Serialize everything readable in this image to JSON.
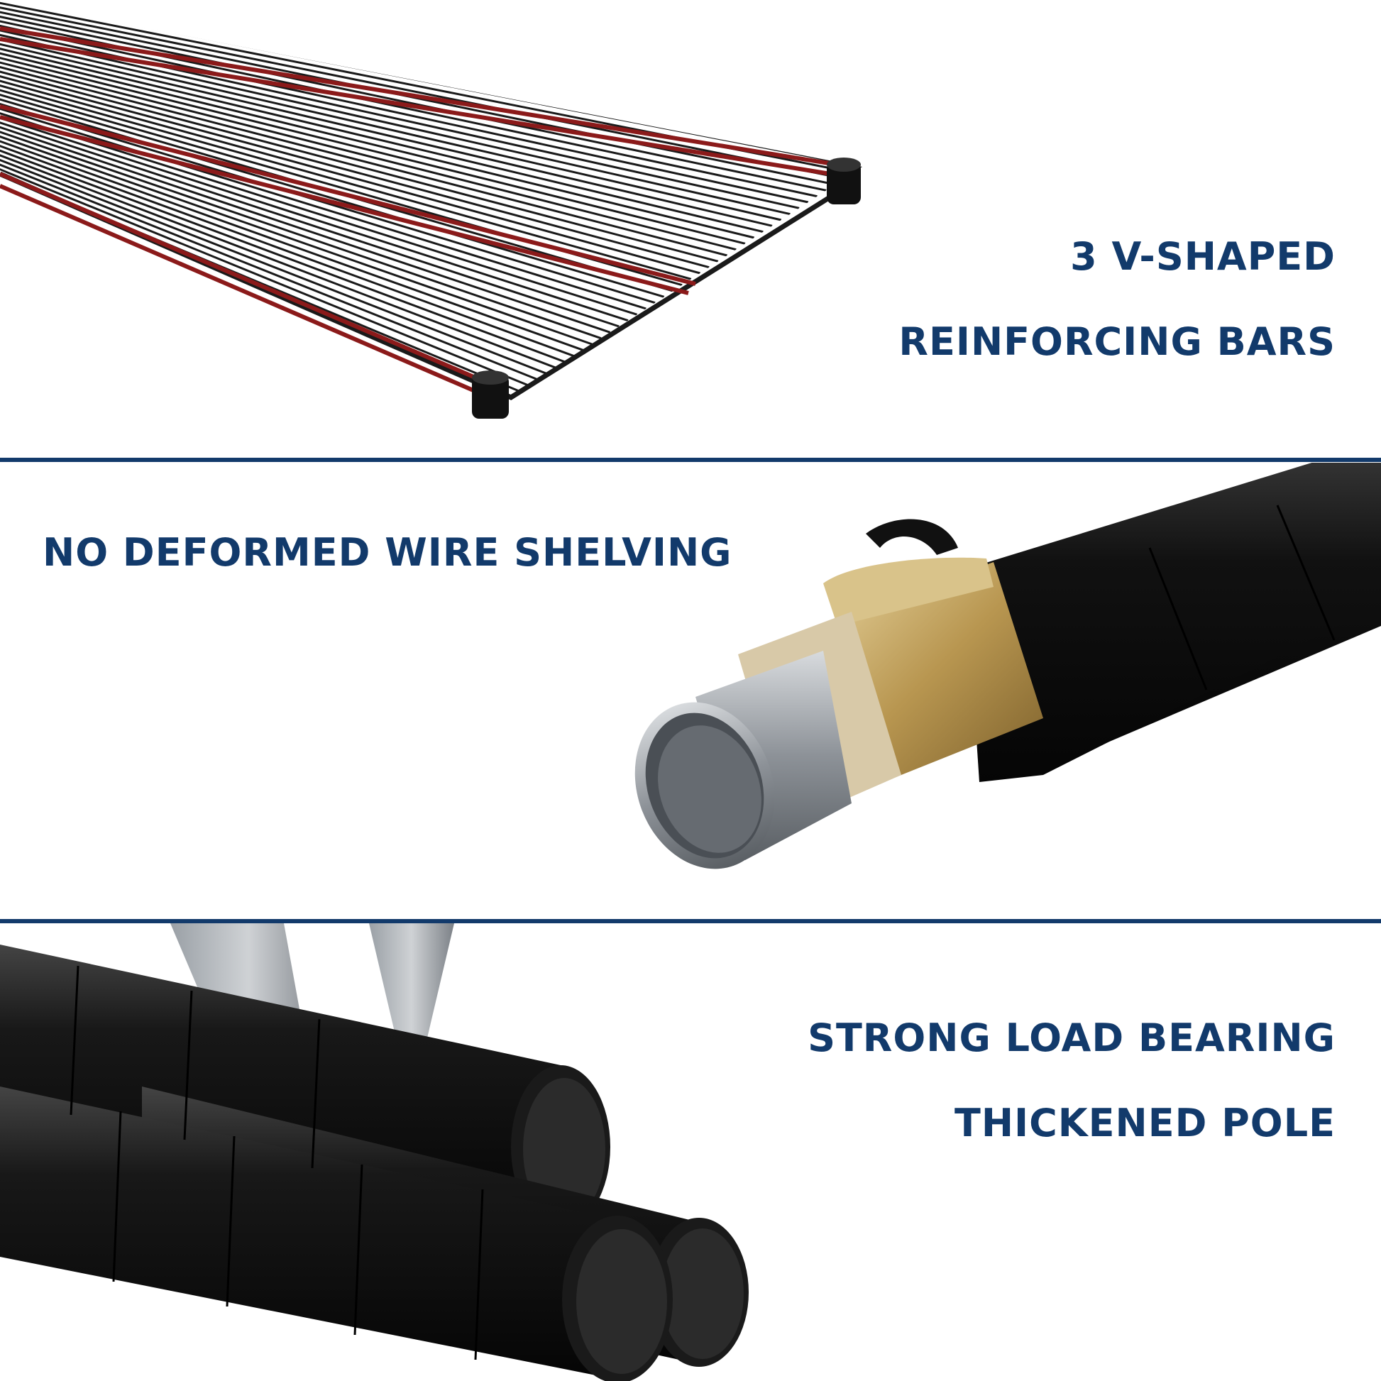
{
  "panels": [
    {
      "caption_lines": [
        "3 V-SHAPED",
        "REINFORCING BARS"
      ],
      "image": "wire-shelf-with-red-reinforcing-bars"
    },
    {
      "caption_lines": [
        "NO DEFORMED WIRE SHELVING"
      ],
      "image": "pole-cross-section-layers"
    },
    {
      "caption_lines": [
        "STRONG LOAD BEARING",
        "THICKENED POLE"
      ],
      "image": "stacked-black-poles"
    }
  ],
  "colors": {
    "caption": "#123a6b",
    "divider": "#123a6b",
    "shelf_wire": "#1a1a1a",
    "reinforcing_bar": "#8b1a1a",
    "pole": "#111111",
    "gold_layer": "#c9a860",
    "steel": "#9aa0a6"
  }
}
